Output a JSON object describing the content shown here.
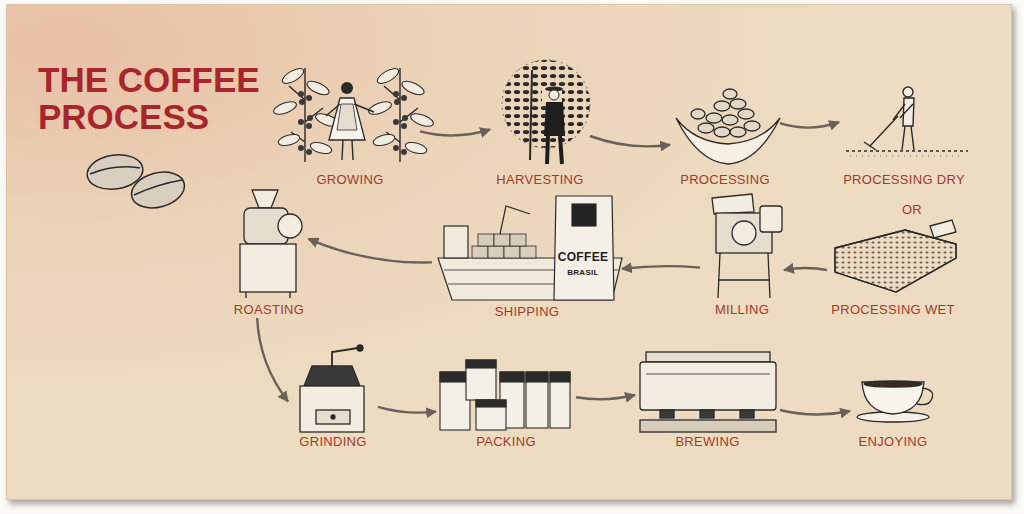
{
  "diagram": {
    "title": "THE COFFEE PROCESS",
    "nodes": [
      {
        "text": [
          "GROWING"
        ]
      },
      {
        "text": [
          "HARVESTING"
        ]
      },
      {
        "text": [
          "PROCESSING"
        ]
      },
      {
        "text": [
          "PROCESSING DRY"
        ]
      },
      {
        "text": [
          "PROCESSING WET"
        ]
      },
      {
        "text": [
          "MILLING"
        ]
      },
      {
        "text": [
          "SHIPPING"
        ]
      },
      {
        "text": [
          "ROASTING"
        ]
      },
      {
        "text": [
          "GRINDING"
        ]
      },
      {
        "text": [
          "PACKING"
        ]
      },
      {
        "text": [
          "BREWING"
        ]
      },
      {
        "text": [
          "ENJOYING"
        ]
      }
    ],
    "edges": [
      {
        "from": 0,
        "to": 1,
        "arrow": "to"
      },
      {
        "from": 1,
        "to": 2,
        "arrow": "to"
      },
      {
        "from": 2,
        "to": 3,
        "arrow": "to"
      },
      {
        "from": 4,
        "to": 5,
        "arrow": "to"
      },
      {
        "from": 5,
        "to": 6,
        "arrow": "to"
      },
      {
        "from": 6,
        "to": 7,
        "arrow": "to"
      },
      {
        "from": 7,
        "to": 8,
        "arrow": "to"
      },
      {
        "from": 8,
        "to": 9,
        "arrow": "to"
      },
      {
        "from": 9,
        "to": 10,
        "arrow": "to"
      },
      {
        "from": 10,
        "to": 11,
        "arrow": "to"
      }
    ],
    "labels": [
      "OR",
      "COFFEE",
      "BRASIL"
    ]
  }
}
